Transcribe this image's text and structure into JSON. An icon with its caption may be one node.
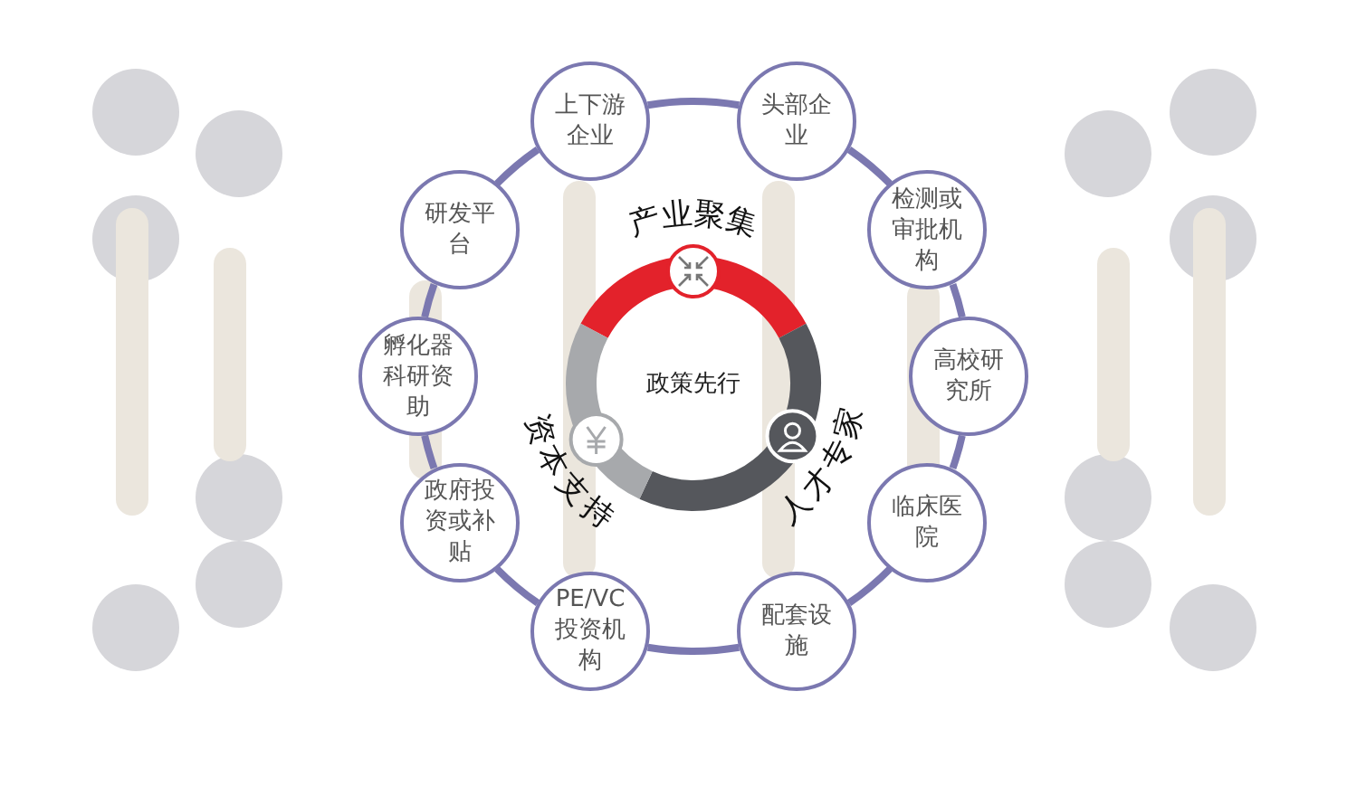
{
  "diagram": {
    "nodes": [
      {
        "text": [
          "上下游企业"
        ]
      },
      {
        "text": [
          "头部企业"
        ]
      },
      {
        "text": [
          "检测或审批机构"
        ]
      },
      {
        "text": [
          "高校研究所"
        ]
      },
      {
        "text": [
          "临床医院"
        ]
      },
      {
        "text": [
          "配套设施"
        ]
      },
      {
        "text": [
          "PE/VC 投资机构"
        ]
      },
      {
        "text": [
          "政府投资或补贴"
        ]
      },
      {
        "text": [
          "孵化器科研资助"
        ]
      },
      {
        "text": [
          "研发平台"
        ]
      },
      {
        "text": [
          "政策先行"
        ]
      }
    ],
    "edges": [
      {
        "from": 0,
        "to": 1,
        "arrow": "none"
      },
      {
        "from": 1,
        "to": 2,
        "arrow": "none"
      },
      {
        "from": 2,
        "to": 3,
        "arrow": "none"
      },
      {
        "from": 3,
        "to": 4,
        "arrow": "none"
      },
      {
        "from": 4,
        "to": 5,
        "arrow": "none"
      },
      {
        "from": 5,
        "to": 6,
        "arrow": "none"
      },
      {
        "from": 6,
        "to": 7,
        "arrow": "none"
      },
      {
        "from": 7,
        "to": 8,
        "arrow": "none"
      },
      {
        "from": 8,
        "to": 9,
        "arrow": "none"
      },
      {
        "from": 9,
        "to": 0,
        "arrow": "none"
      }
    ],
    "labels": [
      "产业聚集",
      "人才专家",
      "资本支持"
    ]
  }
}
